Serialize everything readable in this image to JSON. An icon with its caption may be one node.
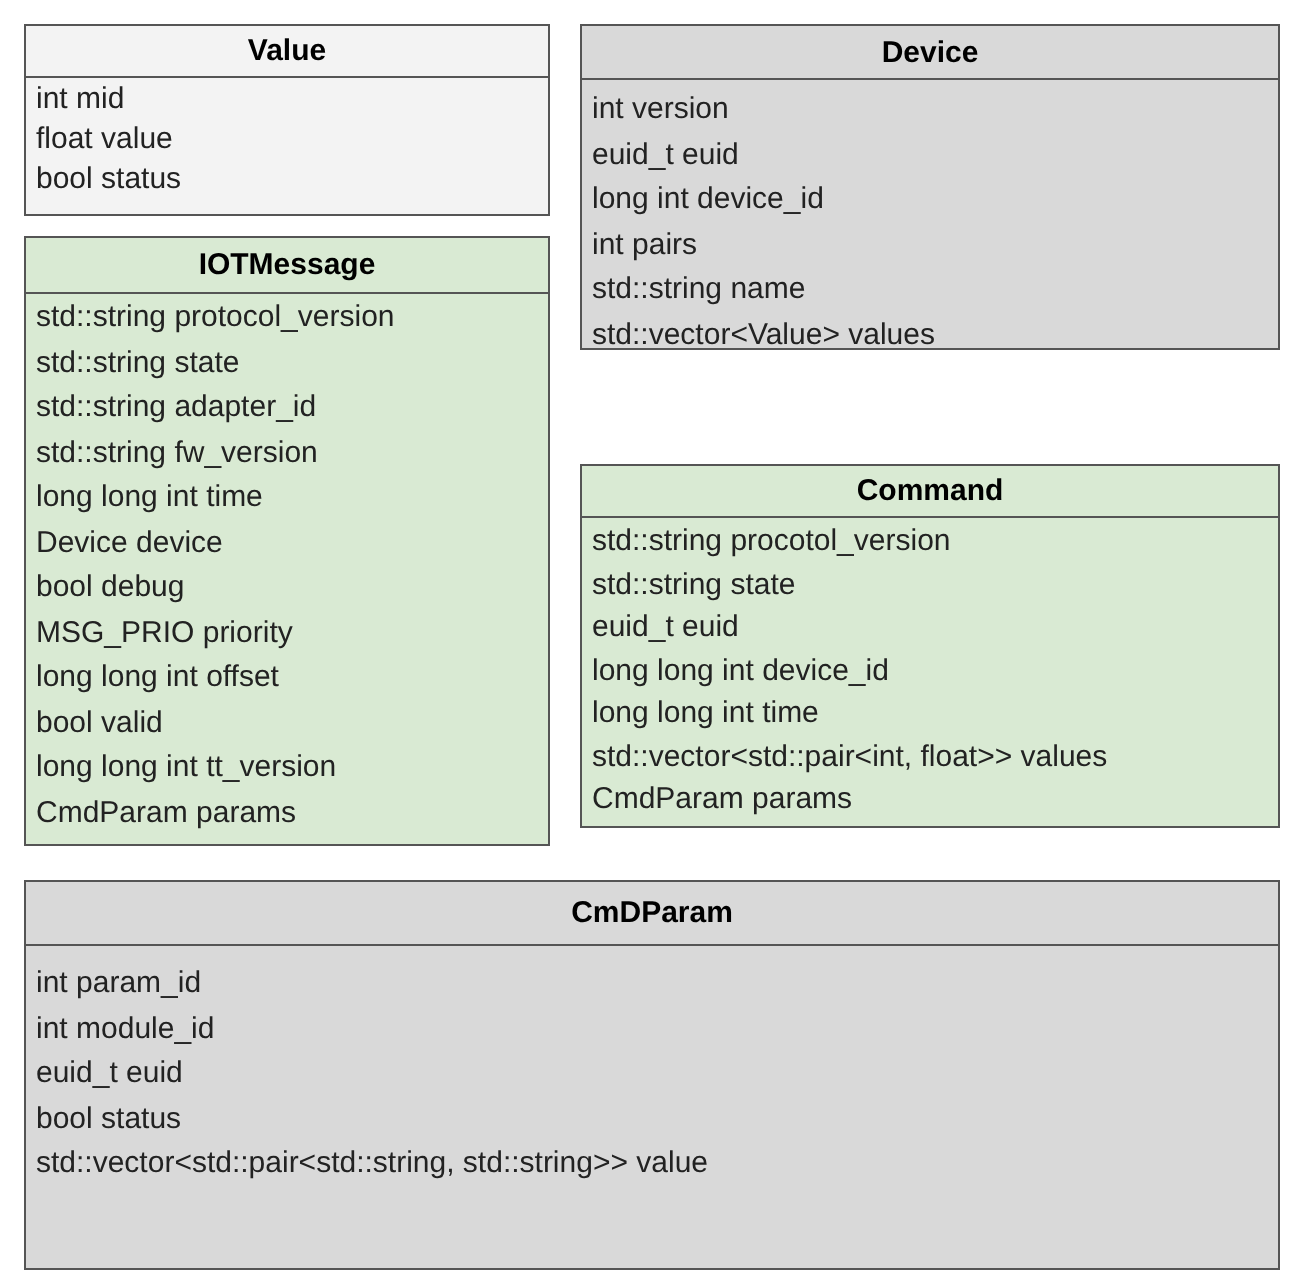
{
  "diagram": {
    "nodes": [
      {
        "text": [
          "Value",
          "int mid",
          "float value",
          "bool status"
        ]
      },
      {
        "text": [
          "Device",
          "int version",
          "euid_t euid",
          "long int device_id",
          "int pairs",
          "std::string name",
          "std::vector<Value> values"
        ]
      },
      {
        "text": [
          "IOTMessage",
          "std::string protocol_version",
          "std::string state",
          "std::string adapter_id",
          "std::string fw_version",
          "long long int time",
          "Device device",
          "bool debug",
          "MSG_PRIO priority",
          "long long int offset",
          "bool valid",
          "long long int tt_version",
          "CmdParam params"
        ]
      },
      {
        "text": [
          "Command",
          "std::string procotol_version",
          "std::string state",
          "euid_t euid",
          "long long int device_id",
          "long long int time",
          "std::vector<std::pair<int, float>> values",
          "CmdParam params"
        ]
      },
      {
        "text": [
          "CmDParam",
          "int param_id",
          "int module_id",
          "euid_t euid",
          "bool status",
          "std::vector<std::pair<std::string, std::string>> value"
        ]
      }
    ]
  }
}
